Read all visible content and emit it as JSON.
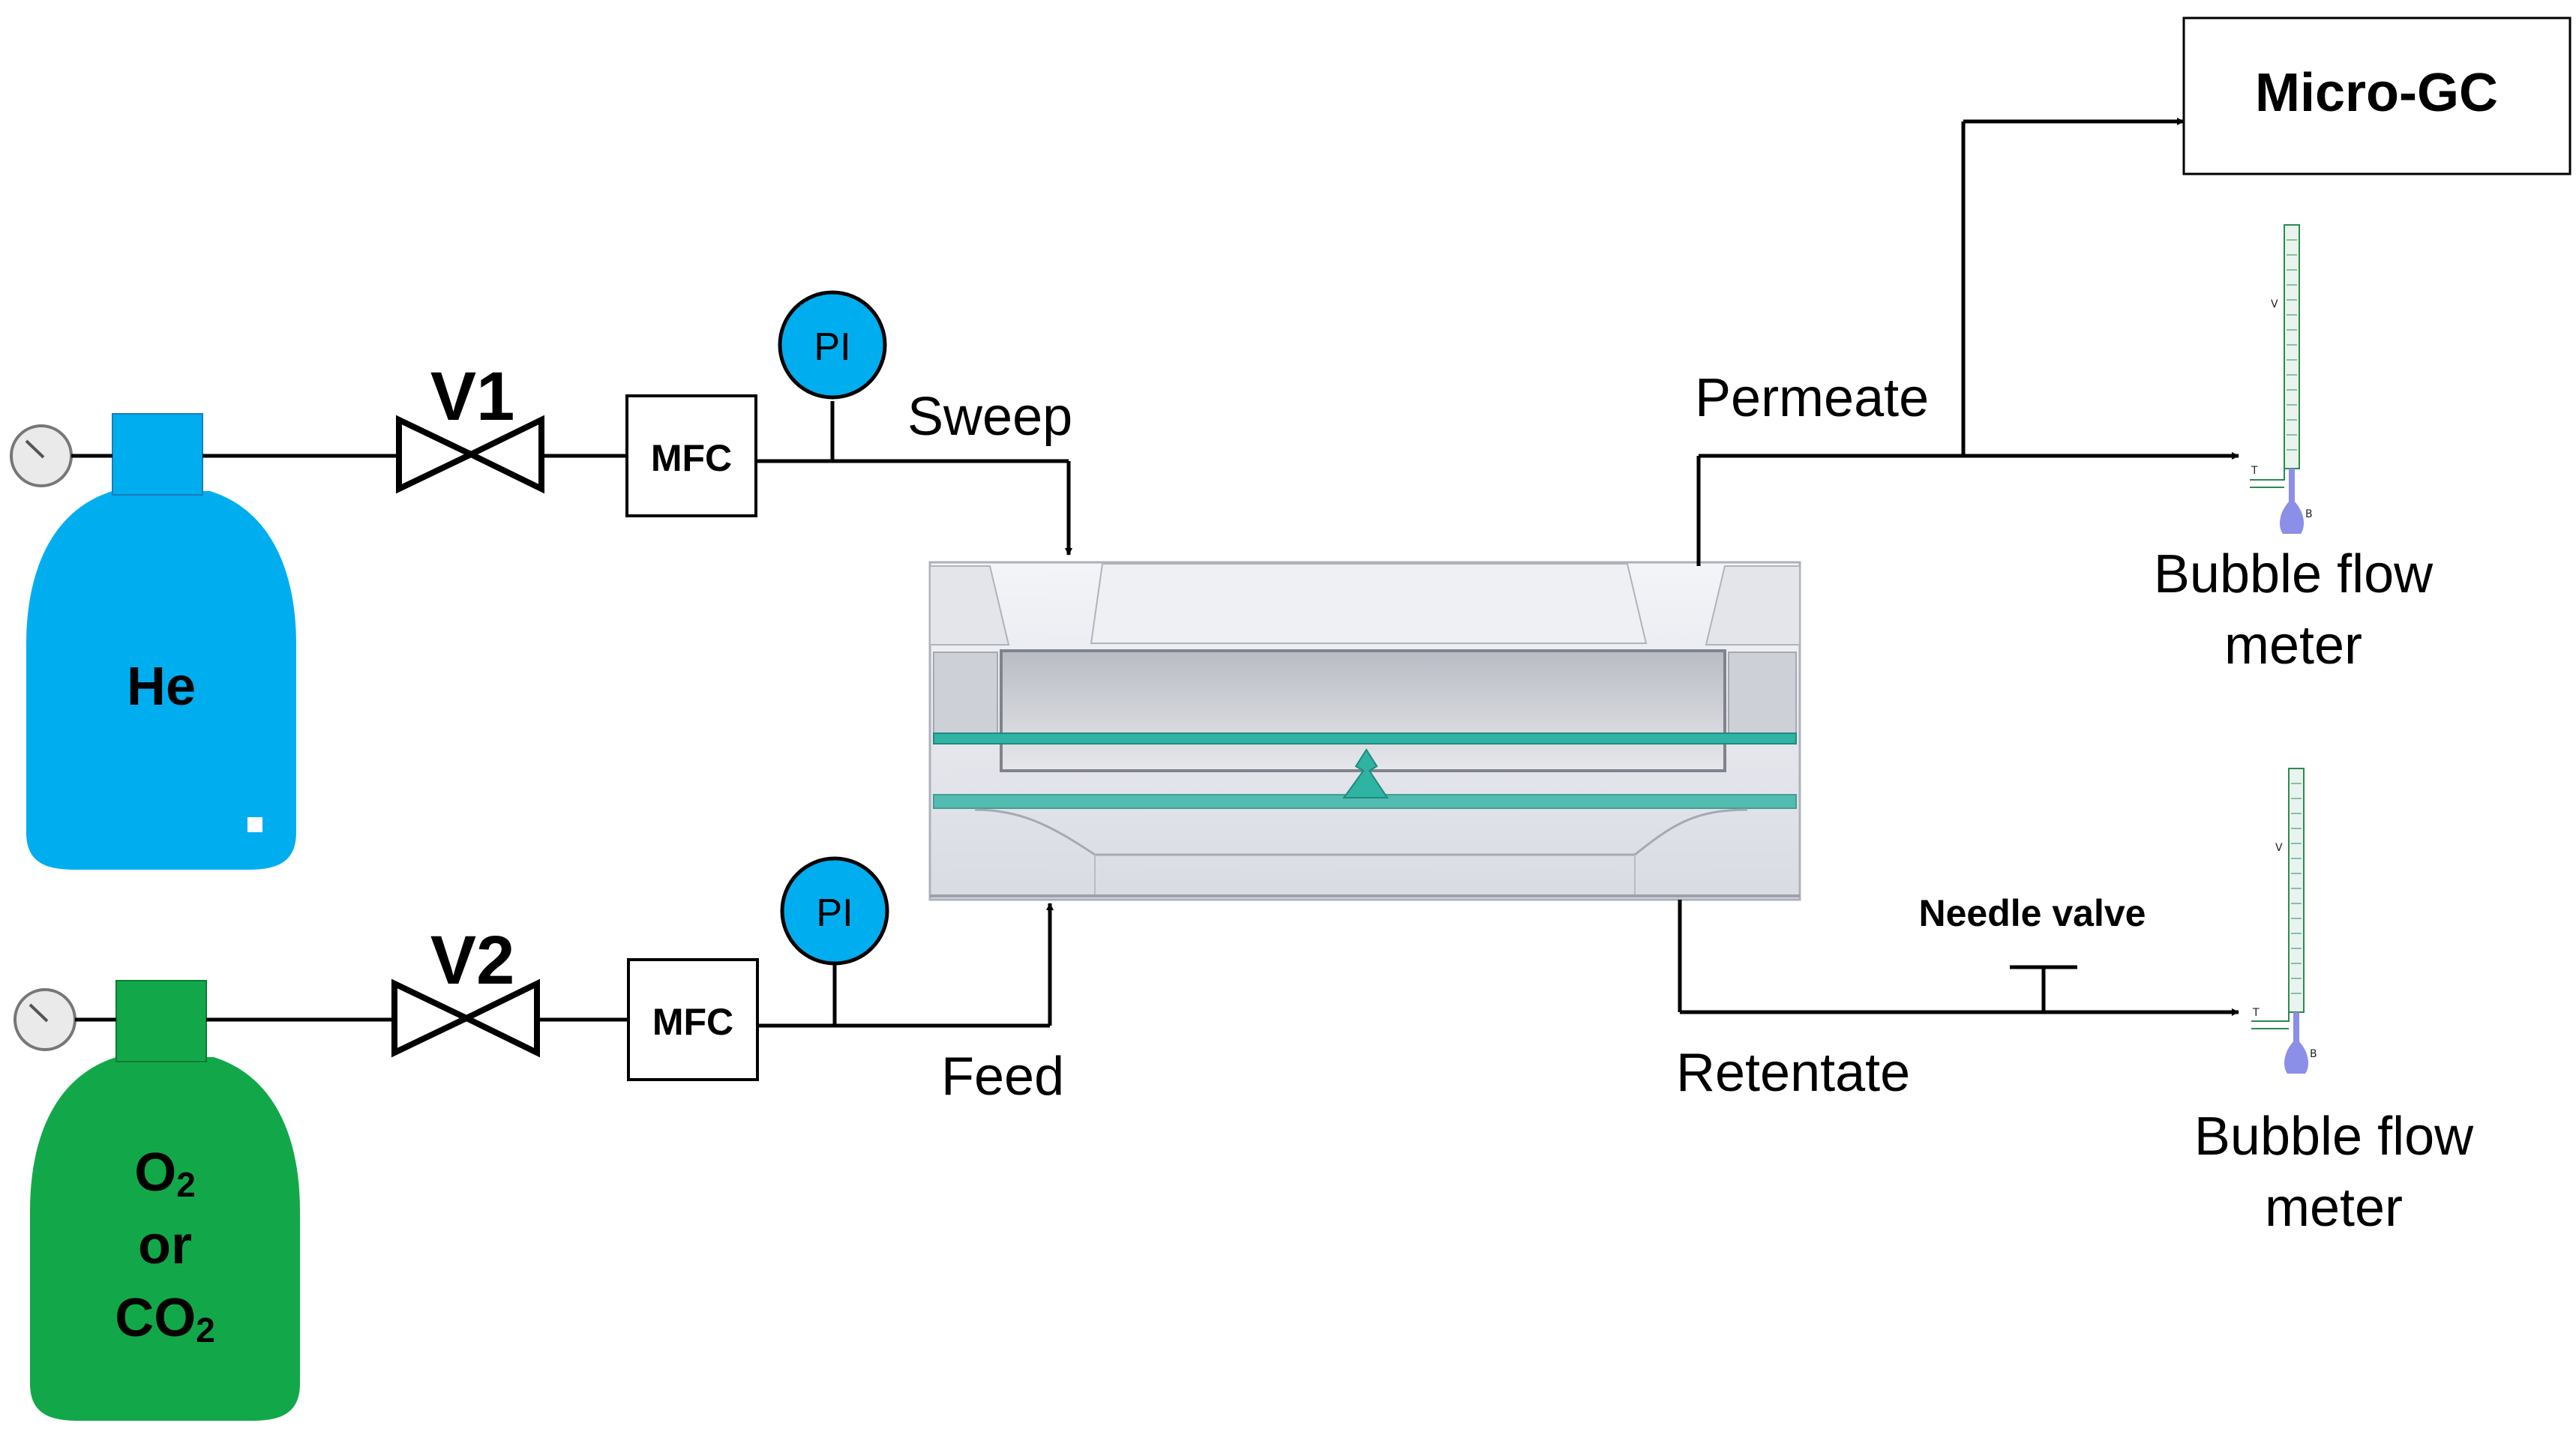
{
  "cylinders": {
    "he": {
      "label": "He",
      "color": "#00aeef"
    },
    "o2co2": {
      "line1_main": "O",
      "line1_sub": "2",
      "line2": "or",
      "line3_main": "CO",
      "line3_sub": "2",
      "color": "#12a84a"
    }
  },
  "valves": {
    "v1": "V1",
    "v2": "V2"
  },
  "controllers": {
    "mfc_top": "MFC",
    "mfc_bottom": "MFC"
  },
  "indicators": {
    "pi_top": "PI",
    "pi_bottom": "PI",
    "color": "#00aeef"
  },
  "streams": {
    "sweep": "Sweep",
    "feed": "Feed",
    "permeate": "Permeate",
    "retentate": "Retentate"
  },
  "needle_valve": "Needle valve",
  "micro_gc": "Micro-GC",
  "flow_meters": {
    "top": {
      "line1": "Bubble flow",
      "line2": "meter"
    },
    "bottom": {
      "line1": "Bubble flow",
      "line2": "meter"
    }
  },
  "meter_marks": {
    "v": "V",
    "t": "T",
    "b": "B"
  },
  "colors": {
    "membrane": "#2fb3a3",
    "bulb": "#8b8fe8"
  }
}
